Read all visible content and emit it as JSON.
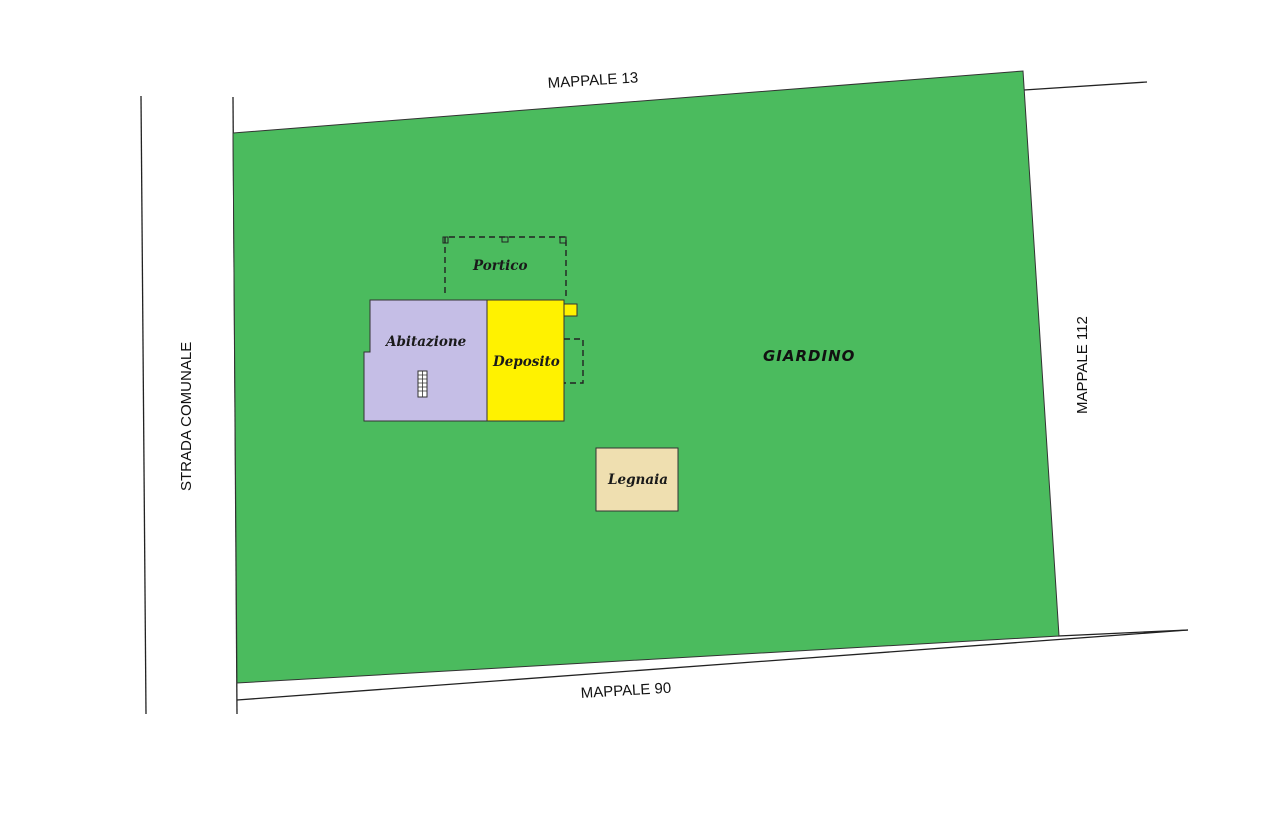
{
  "labels": {
    "north": "MAPPALE 13",
    "south": "MAPPALE 90",
    "east": "MAPPALE 112",
    "west": "STRADA COMUNALE",
    "garden": "GIARDINO",
    "abitazione": "Abitazione",
    "deposito": "Deposito",
    "portico": "Portico",
    "legnaia": "Legnaia"
  },
  "colors": {
    "garden": "#4bbb5e",
    "abitazione": "#c5bee6",
    "deposito": "#fff200",
    "legnaia": "#efdfb0",
    "line": "#222222"
  }
}
